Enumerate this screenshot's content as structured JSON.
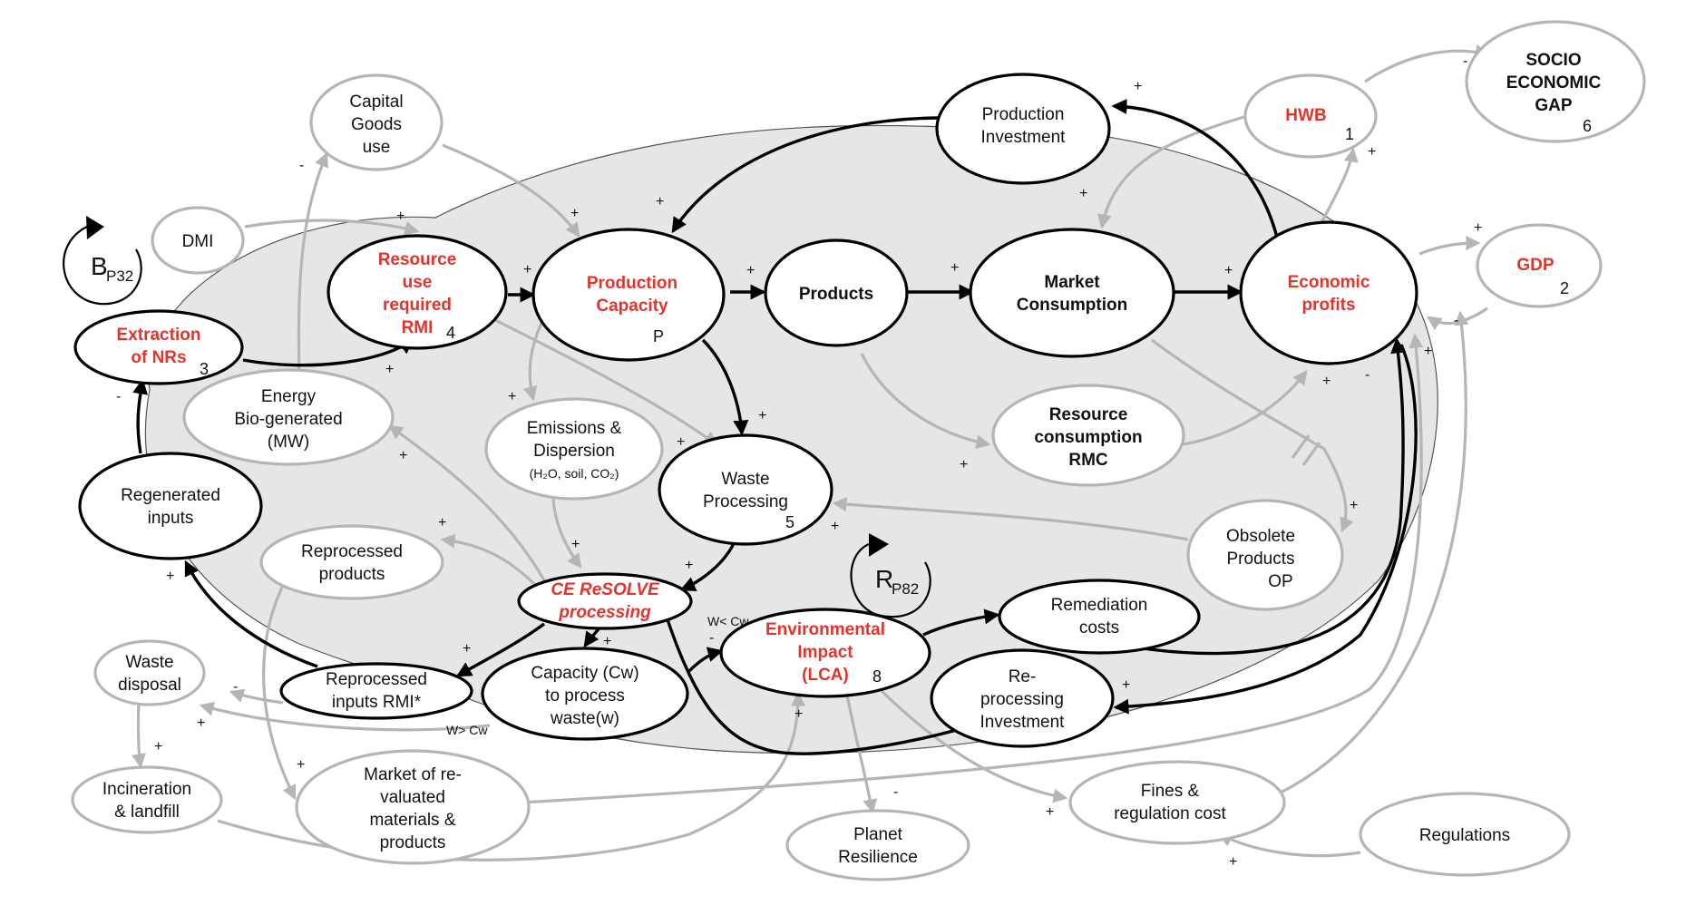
{
  "nodes": {
    "capital_goods": [
      "Capital",
      "Goods",
      "use"
    ],
    "production_investment": [
      "Production",
      "Investment"
    ],
    "hwb": [
      "HWB"
    ],
    "hwb_num": "1",
    "socio_gap": [
      "SOCIO",
      "ECONOMIC",
      "GAP"
    ],
    "socio_num": "6",
    "dmi": [
      "DMI"
    ],
    "rmi": [
      "Resource",
      "use",
      "required",
      "RMI"
    ],
    "rmi_num": "4",
    "production_capacity": [
      "Production",
      "Capacity"
    ],
    "production_capacity_num": "P",
    "products": [
      "Products"
    ],
    "market_consumption": [
      "Market",
      "Consumption"
    ],
    "economic_profits": [
      "Economic",
      "profits"
    ],
    "gdp": [
      "GDP"
    ],
    "gdp_num": "2",
    "extraction": [
      "Extraction",
      "of NRs"
    ],
    "extraction_num": "3",
    "energy": [
      "Energy",
      "Bio-generated",
      "(MW)"
    ],
    "emissions": [
      "Emissions &",
      "Dispersion"
    ],
    "emissions_sub": "(H₂O, soil, CO₂)",
    "waste_processing": [
      "Waste",
      "Processing"
    ],
    "waste_processing_num": "5",
    "resource_consumption": [
      "Resource",
      "consumption",
      "RMC"
    ],
    "obsolete": [
      "Obsolete",
      "Products",
      "OP"
    ],
    "regenerated": [
      "Regenerated",
      "inputs"
    ],
    "reprocessed_products": [
      "Reprocessed",
      "products"
    ],
    "ce_resolve": [
      "CE ReSOLVE",
      "processing"
    ],
    "remediation": [
      "Remediation",
      "costs"
    ],
    "waste_disposal": [
      "Waste",
      "disposal"
    ],
    "reprocessed_inputs": [
      "Reprocessed",
      "inputs RMI*"
    ],
    "capacity_cw": [
      "Capacity (Cw)",
      "to process",
      "waste(w)"
    ],
    "environmental_impact": [
      "Environmental",
      "Impact",
      "(LCA)"
    ],
    "environmental_impact_num": "8",
    "reprocessing_investment": [
      "Re-",
      "processing",
      "Investment"
    ],
    "incineration": [
      "Incineration",
      "& landfill"
    ],
    "market_revalued": [
      "Market of re-",
      "valuated",
      "materials &",
      "products"
    ],
    "planet": [
      "Planet",
      "Resilience"
    ],
    "fines": [
      "Fines &",
      "regulation cost"
    ],
    "regulations": [
      "Regulations"
    ]
  },
  "loops": {
    "b_main": "B",
    "b_sub": "P32",
    "r_main": "R",
    "r_sub": "P82"
  },
  "edge_labels": {
    "w_less": "W< Cw",
    "w_greater": "W> Cw"
  },
  "signs": {
    "plus": "+",
    "minus": "-"
  },
  "colors": {
    "red": "#e5332a",
    "gray": "#b5b5b5",
    "black": "#000000",
    "region": "#e6e6e6"
  }
}
